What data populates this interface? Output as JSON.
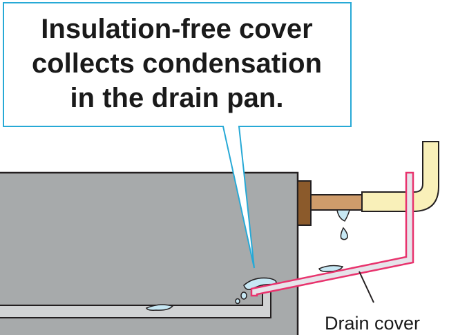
{
  "callout": {
    "lines": [
      "Insulation-free cover",
      "collects condensation",
      "in the drain pan."
    ]
  },
  "labels": {
    "drain_cover": "Drain cover"
  },
  "colors": {
    "unit_body": "#a7aaab",
    "drain_pan": "#d1d3d4",
    "callout_border": "#27a9d6",
    "drain_cover_line": "#e8336d",
    "drain_cover_fill": "#e6e4ea",
    "pipe_copper": "#cf9c6b",
    "fitting_brown": "#8b5a2b",
    "insulation_tube": "#f9f0b9",
    "water": "#c7e8f4"
  }
}
